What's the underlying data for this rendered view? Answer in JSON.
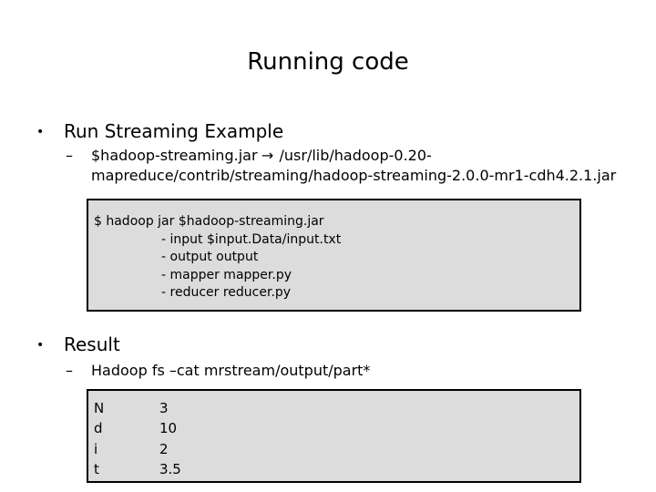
{
  "slide": {
    "title": "Running code",
    "section1": {
      "bullet": "Run Streaming Example",
      "sub_prefix": "$hadoop-streaming.jar",
      "arrow_icon": "right-arrow-icon",
      "sub_path_line1": "/usr/lib/hadoop-0.20-",
      "sub_path_line2": "mapreduce/contrib/streaming/hadoop-streaming-2.0.0-mr1-cdh4.2.1.jar",
      "code_lines": [
        "$ hadoop jar $hadoop-streaming.jar",
        "- input $input.Data/input.txt",
        "- output output",
        "- mapper mapper.py",
        "- reducer reducer.py"
      ]
    },
    "section2": {
      "bullet": "Result",
      "sub": "Hadoop fs –cat mrstream/output/part*",
      "rows": [
        {
          "key": "N",
          "value": "3"
        },
        {
          "key": "d",
          "value": "10"
        },
        {
          "key": "i",
          "value": "2"
        },
        {
          "key": "t",
          "value": "3.5"
        }
      ]
    }
  }
}
